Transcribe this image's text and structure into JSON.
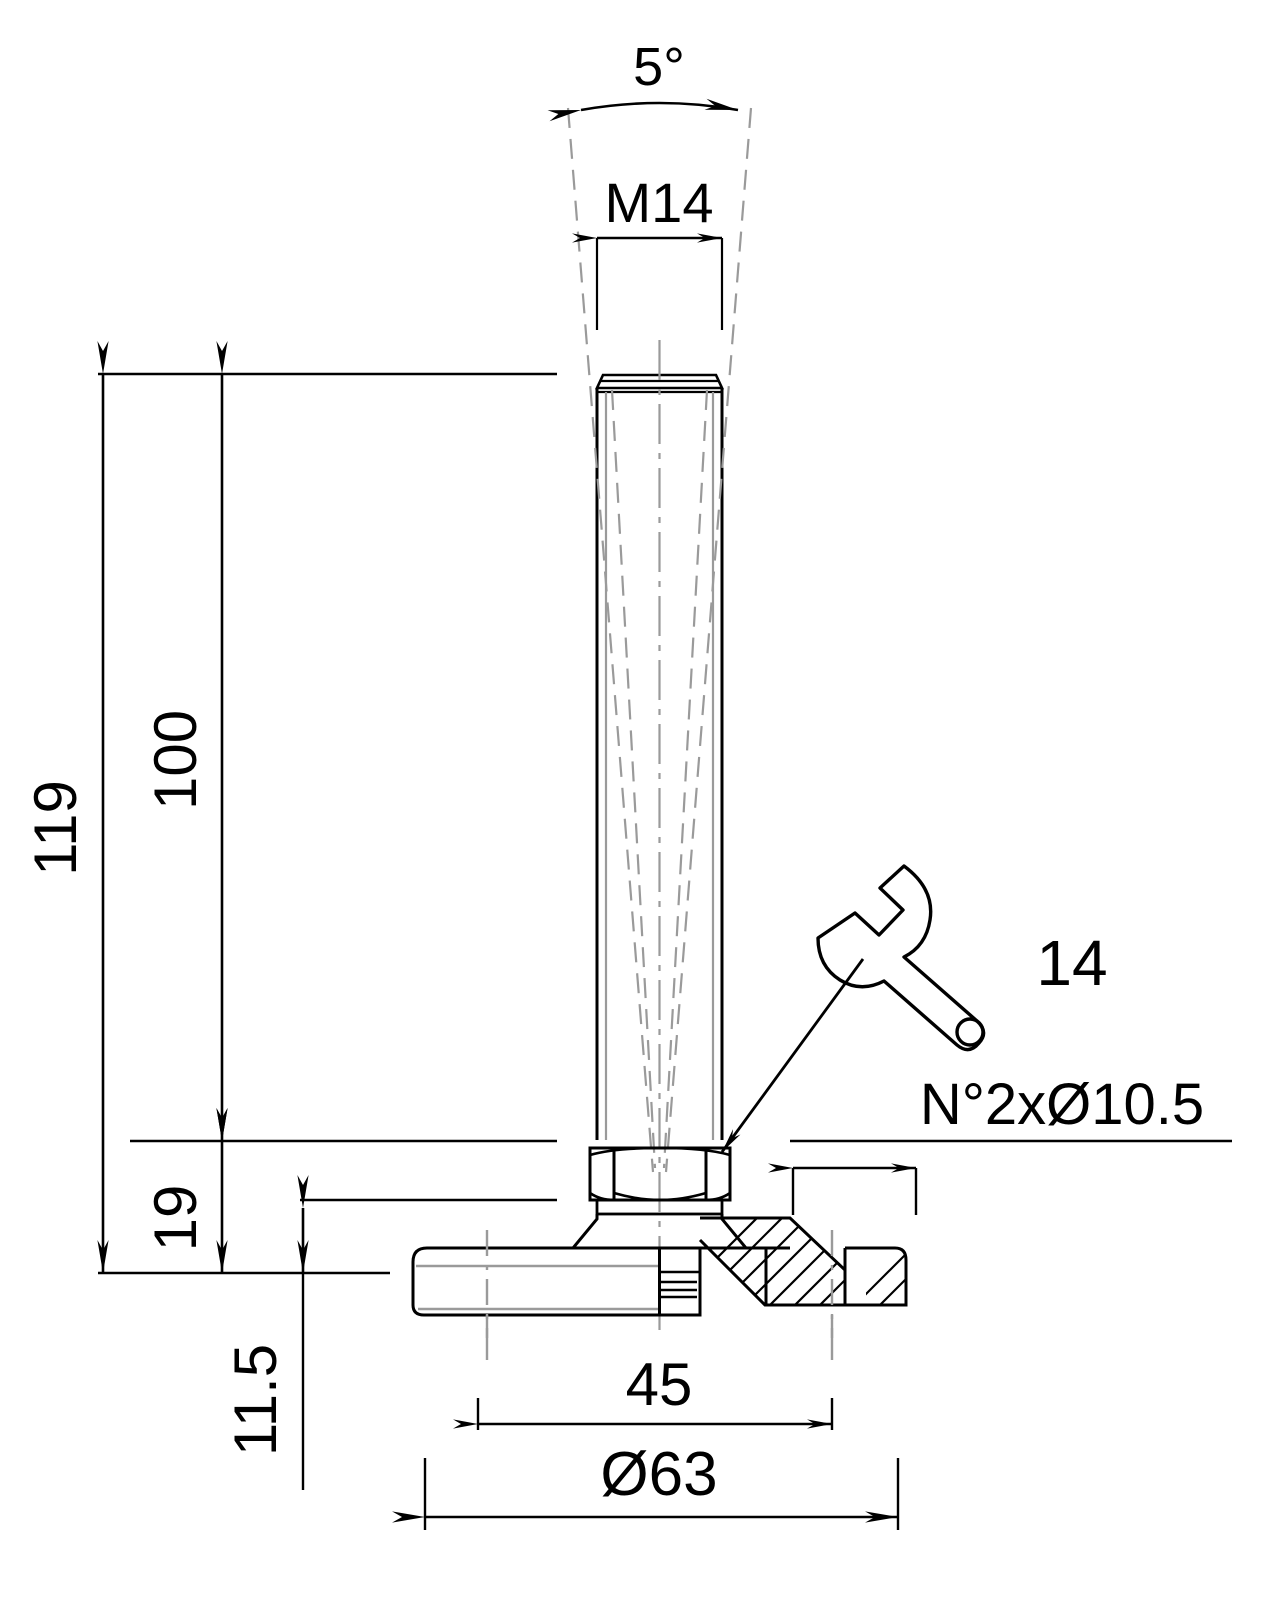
{
  "drawing": {
    "title": "Leveling foot / adjustable machine mount",
    "view": "half-section elevation",
    "units": "mm",
    "line_color": "#000000",
    "thin_line_color": "#9a9a9a",
    "background": "#ffffff"
  },
  "dimensions": {
    "taper_angle": "5°",
    "thread": "M14",
    "overall_height": "119",
    "stud_length": "100",
    "nut_height": "19",
    "base_thickness": "11.5",
    "bolt_circle": "45",
    "base_diameter": "Ø63",
    "hole_callout": "N°2xØ10.5",
    "wrench_size": "14"
  },
  "labels": [
    {
      "id": "angle",
      "text": "5°",
      "name": "dimension-label-taper-angle"
    },
    {
      "id": "thread",
      "text": "M14",
      "name": "dimension-label-thread"
    },
    {
      "id": "overall",
      "text": "119",
      "name": "dimension-label-overall-height"
    },
    {
      "id": "stud",
      "text": "100",
      "name": "dimension-label-stud-length"
    },
    {
      "id": "nut",
      "text": "19",
      "name": "dimension-label-nut-height"
    },
    {
      "id": "base",
      "text": "11.5",
      "name": "dimension-label-base-thickness"
    },
    {
      "id": "bolt",
      "text": "45",
      "name": "dimension-label-bolt-circle"
    },
    {
      "id": "dia",
      "text": "Ø63",
      "name": "dimension-label-base-diameter"
    },
    {
      "id": "holes",
      "text": "N°2xØ10.5",
      "name": "dimension-label-hole-callout"
    },
    {
      "id": "wrench",
      "text": "14",
      "name": "dimension-label-wrench-size"
    }
  ],
  "icons": {
    "wrench": "wrench-icon"
  }
}
